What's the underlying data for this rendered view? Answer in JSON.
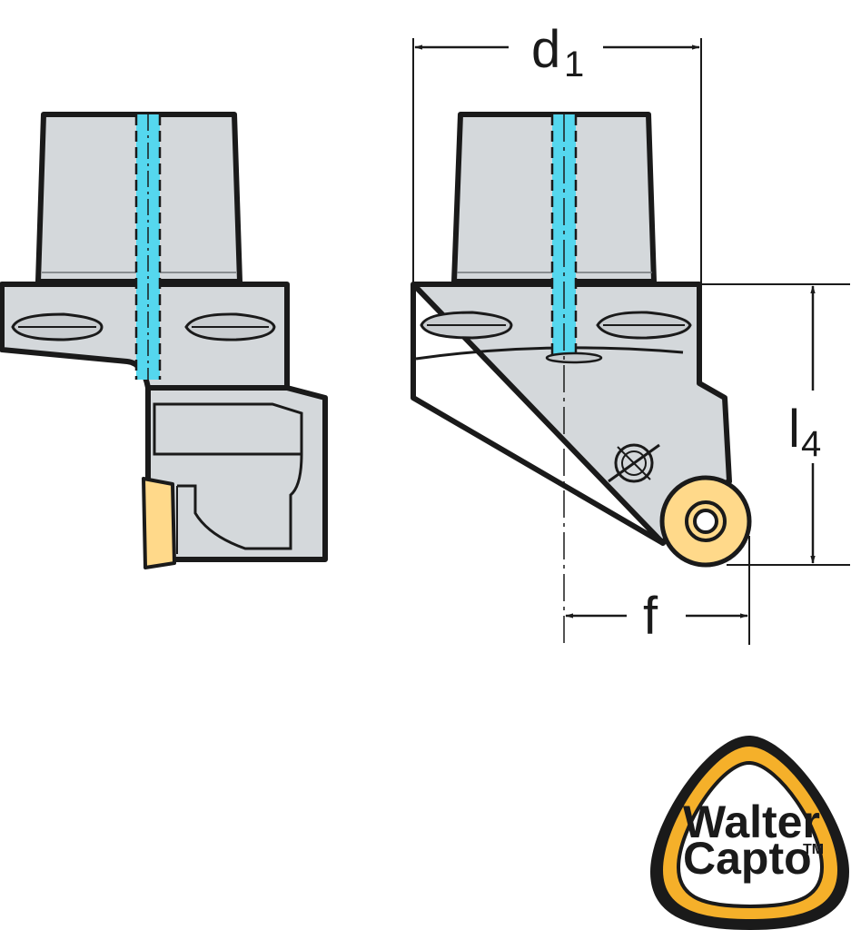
{
  "dimensions": {
    "d1": {
      "main": "d",
      "sub": "1"
    },
    "l4": {
      "main": "l",
      "sub": "4"
    },
    "f": {
      "main": "f"
    }
  },
  "logo": {
    "line1": "Walter",
    "line2": "Capto",
    "tm": "TM"
  },
  "colors": {
    "body": "#d4d8db",
    "outline": "#1a1a1a",
    "coolant": "#55d7ee",
    "insert": "#ffd98a",
    "logo_ring": "#f5b02a"
  }
}
